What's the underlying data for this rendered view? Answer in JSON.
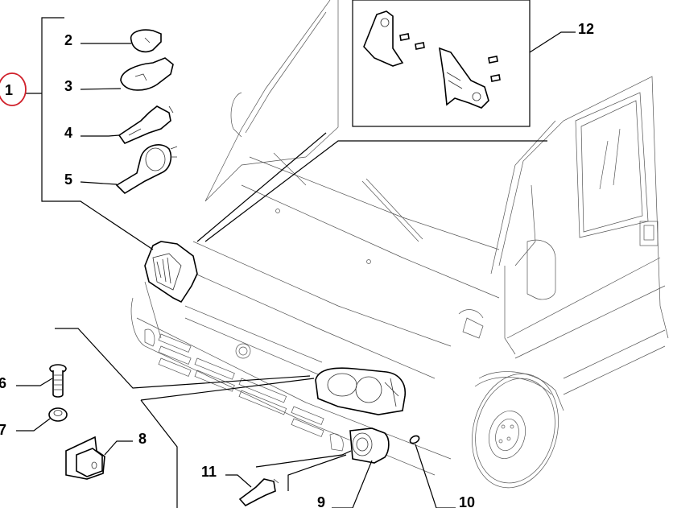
{
  "diagram": {
    "title_callout": "1",
    "highlight_color": "#d0202a",
    "callouts": [
      {
        "id": "2",
        "part": "small-bulb"
      },
      {
        "id": "3",
        "part": "wedge-bulb"
      },
      {
        "id": "4",
        "part": "h1-bulb"
      },
      {
        "id": "5",
        "part": "h7-bulb"
      },
      {
        "id": "6",
        "part": "screw"
      },
      {
        "id": "7",
        "part": "nut"
      },
      {
        "id": "8",
        "part": "clip-nut"
      },
      {
        "id": "9",
        "part": "fog-lamp"
      },
      {
        "id": "10",
        "part": "side-marker"
      },
      {
        "id": "11",
        "part": "fog-bulb"
      },
      {
        "id": "12",
        "part": "bracket-kit"
      }
    ]
  }
}
